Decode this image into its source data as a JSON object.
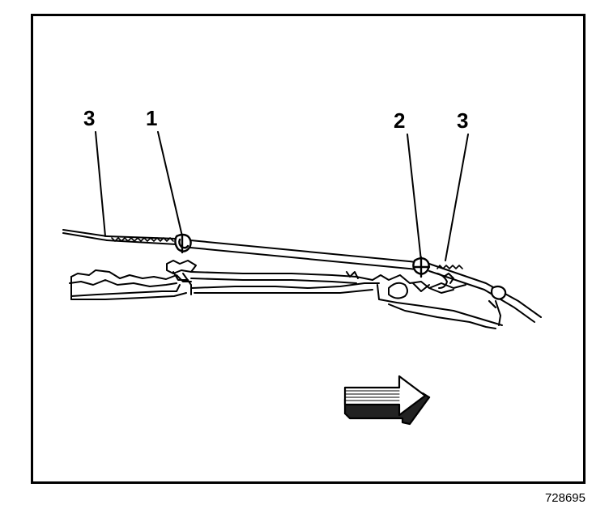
{
  "callouts": {
    "left_3": "3",
    "left_1": "1",
    "right_2": "2",
    "right_3": "3"
  },
  "figure_number": "728695",
  "direction_arrow": "right",
  "colors": {
    "ink": "#000000",
    "paper": "#ffffff"
  }
}
